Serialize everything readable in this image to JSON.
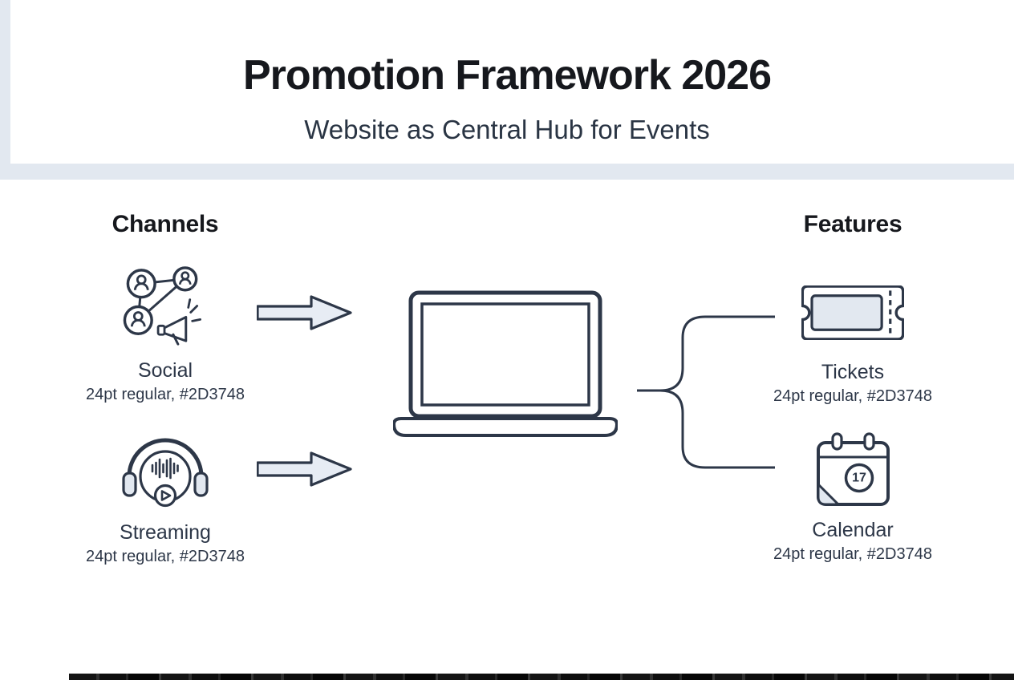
{
  "colors": {
    "ink": "#2D3748",
    "title_ink": "#16181D",
    "divider_band": "#E2E8F0",
    "icon_fill": "#E2E8F0",
    "arrow_fill": "#E7ECF4",
    "background": "#FFFFFF"
  },
  "header": {
    "title": "Promotion Framework 2026",
    "subtitle": "Website as Central Hub for Events"
  },
  "channels": {
    "heading": "Channels",
    "items": [
      {
        "label": "Social",
        "caption": "24pt regular, #2D3748",
        "icon": "social-network-megaphone-icon"
      },
      {
        "label": "Streaming",
        "caption": "24pt regular, #2D3748",
        "icon": "headphones-play-icon"
      }
    ]
  },
  "center": {
    "icon": "laptop-icon"
  },
  "arrows": {
    "icon": "right-block-arrow-icon",
    "count": 2
  },
  "connector": {
    "icon": "brace-connector"
  },
  "features": {
    "heading": "Features",
    "items": [
      {
        "label": "Tickets",
        "caption": "24pt regular, #2D3748",
        "icon": "ticket-icon"
      },
      {
        "label": "Calendar",
        "caption": "24pt regular, #2D3748",
        "icon": "calendar-icon",
        "calendar_day": "17"
      }
    ]
  }
}
